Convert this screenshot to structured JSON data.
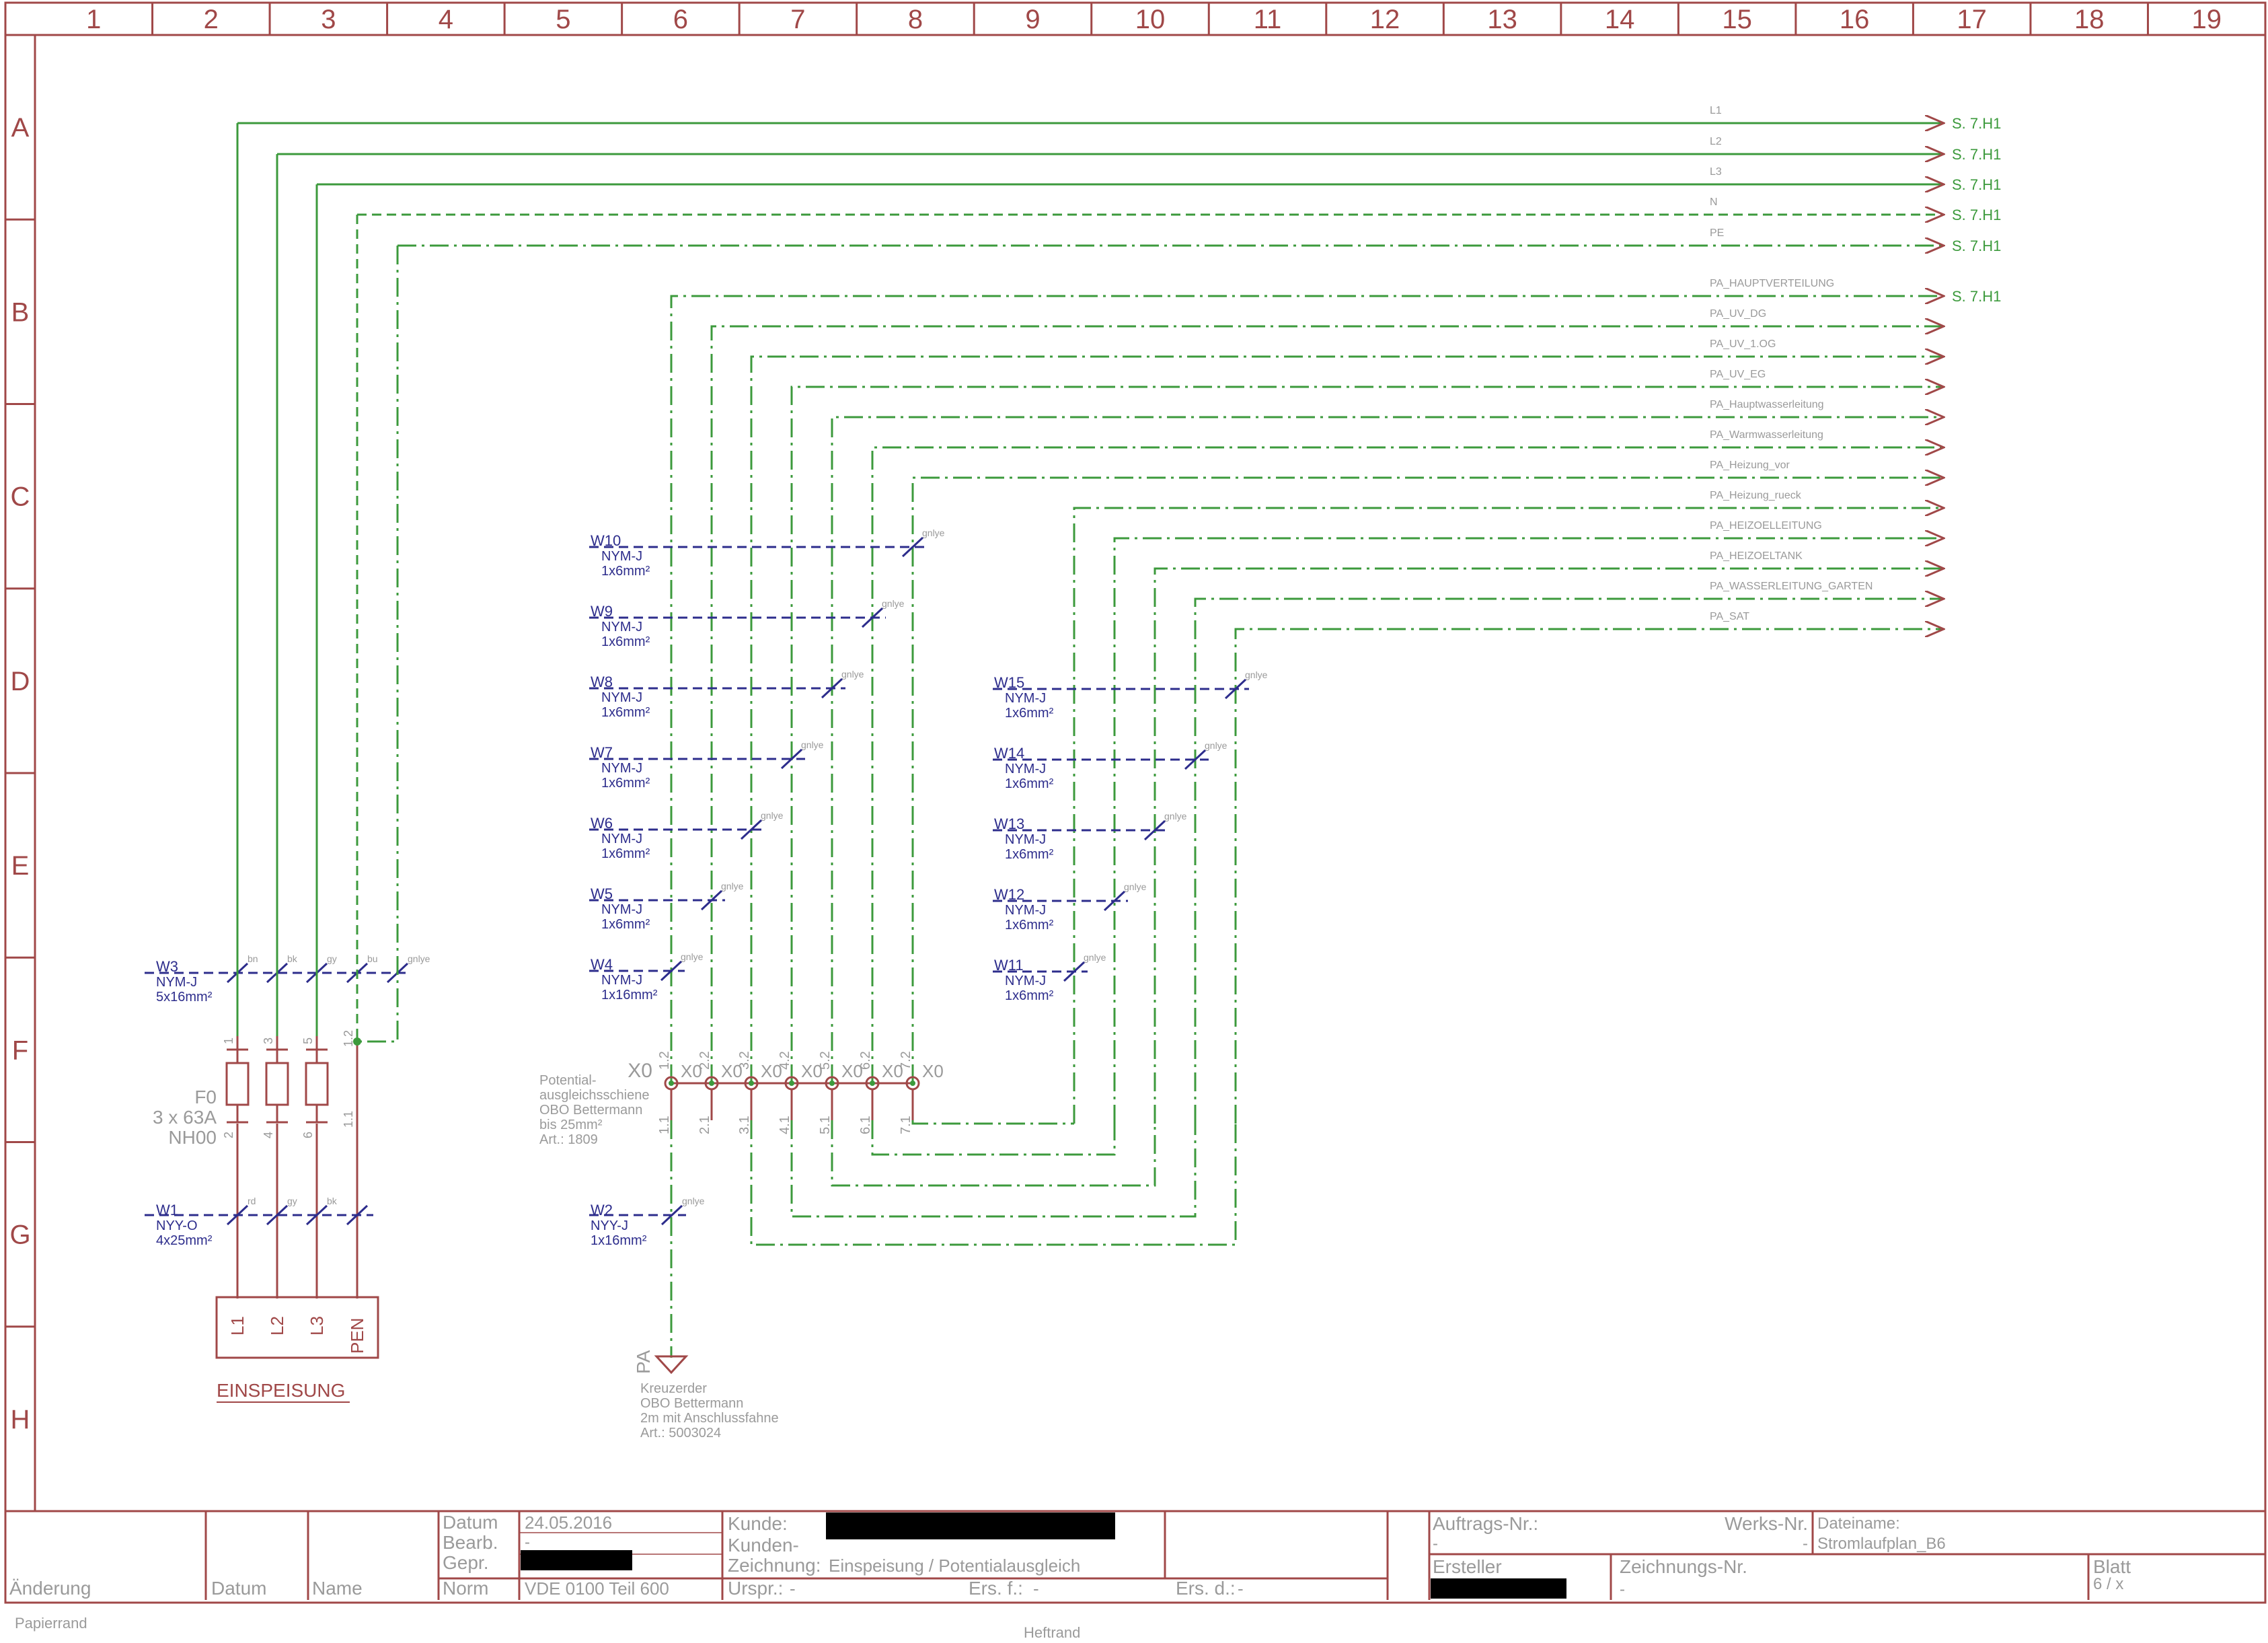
{
  "columns": [
    "1",
    "2",
    "3",
    "4",
    "5",
    "6",
    "7",
    "8",
    "9",
    "10",
    "11",
    "12",
    "13",
    "14",
    "15",
    "16",
    "17",
    "18",
    "19"
  ],
  "rows": [
    "A",
    "B",
    "C",
    "D",
    "E",
    "F",
    "G",
    "H"
  ],
  "colors": {
    "frame": "#a04848",
    "wire_green": "#3c9a3c",
    "wire_blue": "#2d2d8c",
    "label_gray": "#9a9a9a"
  },
  "main_lines": [
    {
      "name": "L1",
      "ref": "S. 7.H1"
    },
    {
      "name": "L2",
      "ref": "S. 7.H1"
    },
    {
      "name": "L3",
      "ref": "S. 7.H1"
    },
    {
      "name": "N",
      "ref": "S. 7.H1"
    },
    {
      "name": "PE",
      "ref": "S. 7.H1"
    }
  ],
  "pa_lines": [
    {
      "name": "PA_HAUPTVERTEILUNG",
      "ref": "S. 7.H1"
    },
    {
      "name": "PA_UV_DG",
      "ref": ""
    },
    {
      "name": "PA_UV_1.OG",
      "ref": ""
    },
    {
      "name": "PA_UV_EG",
      "ref": ""
    },
    {
      "name": "PA_Hauptwasserleitung",
      "ref": ""
    },
    {
      "name": "PA_Warmwasserleitung",
      "ref": ""
    },
    {
      "name": "PA_Heizung_vor",
      "ref": ""
    },
    {
      "name": "PA_Heizung_rueck",
      "ref": ""
    },
    {
      "name": "PA_HEIZOELLEITUNG",
      "ref": ""
    },
    {
      "name": "PA_HEIZOELTANK",
      "ref": ""
    },
    {
      "name": "PA_WASSERLEITUNG_GARTEN",
      "ref": ""
    },
    {
      "name": "PA_SAT",
      "ref": ""
    }
  ],
  "cables_left": [
    {
      "id": "W10",
      "type": "NYM-J",
      "size": "1x6mm²",
      "cond": "gnlye"
    },
    {
      "id": "W9",
      "type": "NYM-J",
      "size": "1x6mm²",
      "cond": "gnlye"
    },
    {
      "id": "W8",
      "type": "NYM-J",
      "size": "1x6mm²",
      "cond": "gnlye"
    },
    {
      "id": "W7",
      "type": "NYM-J",
      "size": "1x6mm²",
      "cond": "gnlye"
    },
    {
      "id": "W6",
      "type": "NYM-J",
      "size": "1x6mm²",
      "cond": "gnlye"
    },
    {
      "id": "W5",
      "type": "NYM-J",
      "size": "1x6mm²",
      "cond": "gnlye"
    },
    {
      "id": "W4",
      "type": "NYM-J",
      "size": "1x16mm²",
      "cond": "gnlye"
    }
  ],
  "cables_right": [
    {
      "id": "W15",
      "type": "NYM-J",
      "size": "1x6mm²",
      "cond": "gnlye"
    },
    {
      "id": "W14",
      "type": "NYM-J",
      "size": "1x6mm²",
      "cond": "gnlye"
    },
    {
      "id": "W13",
      "type": "NYM-J",
      "size": "1x6mm²",
      "cond": "gnlye"
    },
    {
      "id": "W12",
      "type": "NYM-J",
      "size": "1x6mm²",
      "cond": "gnlye"
    },
    {
      "id": "W11",
      "type": "NYM-J",
      "size": "1x6mm²",
      "cond": "gnlye"
    }
  ],
  "cable_w3": {
    "id": "W3",
    "type": "NYM-J",
    "size": "5x16mm²",
    "conds": [
      "bn",
      "bk",
      "gy",
      "bu",
      "gnlye"
    ]
  },
  "cable_w1": {
    "id": "W1",
    "type": "NYY-O",
    "size": "4x25mm²",
    "conds": [
      "rd",
      "gy",
      "bk"
    ]
  },
  "cable_w2": {
    "id": "W2",
    "type": "NYY-J",
    "size": "1x16mm²",
    "cond": "gnlye"
  },
  "fuse": {
    "id": "F0",
    "rating": "3 x 63A",
    "type": "NH00",
    "top_pins": [
      "1",
      "3",
      "5",
      "1.2"
    ],
    "bottom_pins": [
      "2",
      "4",
      "6",
      "1.1"
    ]
  },
  "terminal": {
    "id": "X0",
    "top_pins": [
      "1.2",
      "2.2",
      "3.2",
      "4.2",
      "5.2",
      "6.2",
      "7.2"
    ],
    "bottom_pins": [
      "1.1",
      "2.1",
      "3.1",
      "4.1",
      "5.1",
      "6.1",
      "7.1"
    ],
    "desc": [
      "Potential-",
      "ausgleichsschiene",
      "OBO Bettermann",
      "bis 25mm²",
      "Art.: 1809"
    ]
  },
  "feed": {
    "pins": [
      "L1",
      "L2",
      "L3",
      "PEN"
    ],
    "label": "EINSPEISUNG"
  },
  "earth": {
    "id": "PA",
    "desc": [
      "Kreuzerder",
      "OBO Bettermann",
      "2m mit Anschlussfahne",
      "Art.: 5003024"
    ]
  },
  "title_block": {
    "aenderung": "Änderung",
    "datum": "Datum",
    "name": "Name",
    "datum_lbl": "Datum",
    "datum_val": "24.05.2016",
    "bearb_lbl": "Bearb.",
    "bearb_val": "-",
    "gepr_lbl": "Gepr.",
    "norm_lbl": "Norm",
    "norm_val": "VDE 0100 Teil 600",
    "kunde_lbl": "Kunde:",
    "kunden_lbl": "Kunden-",
    "zeichnung_lbl": "Zeichnung:",
    "zeichnung_val": "Einspeisung / Potentialausgleich",
    "urspr_lbl": "Urspr.:",
    "urspr_val": "-",
    "ersf_lbl": "Ers. f.:",
    "ersf_val": "-",
    "ersd_lbl": "Ers. d.:",
    "ersd_val": "-",
    "auftrags_lbl": "Auftrags-Nr.:",
    "auftrags_val": "-",
    "werks_lbl": "Werks-Nr.",
    "werks_val": "-",
    "dateiname_lbl": "Dateiname:",
    "dateiname_val": "Stromlaufplan_B6",
    "ersteller_lbl": "Ersteller",
    "zeichnungsnr_lbl": "Zeichnungs-Nr.",
    "zeichnungsnr_val": "-",
    "blatt_lbl": "Blatt",
    "blatt_val": "6 / x"
  },
  "footer": {
    "papierrand": "Papierrand",
    "heftrand": "Heftrand"
  }
}
